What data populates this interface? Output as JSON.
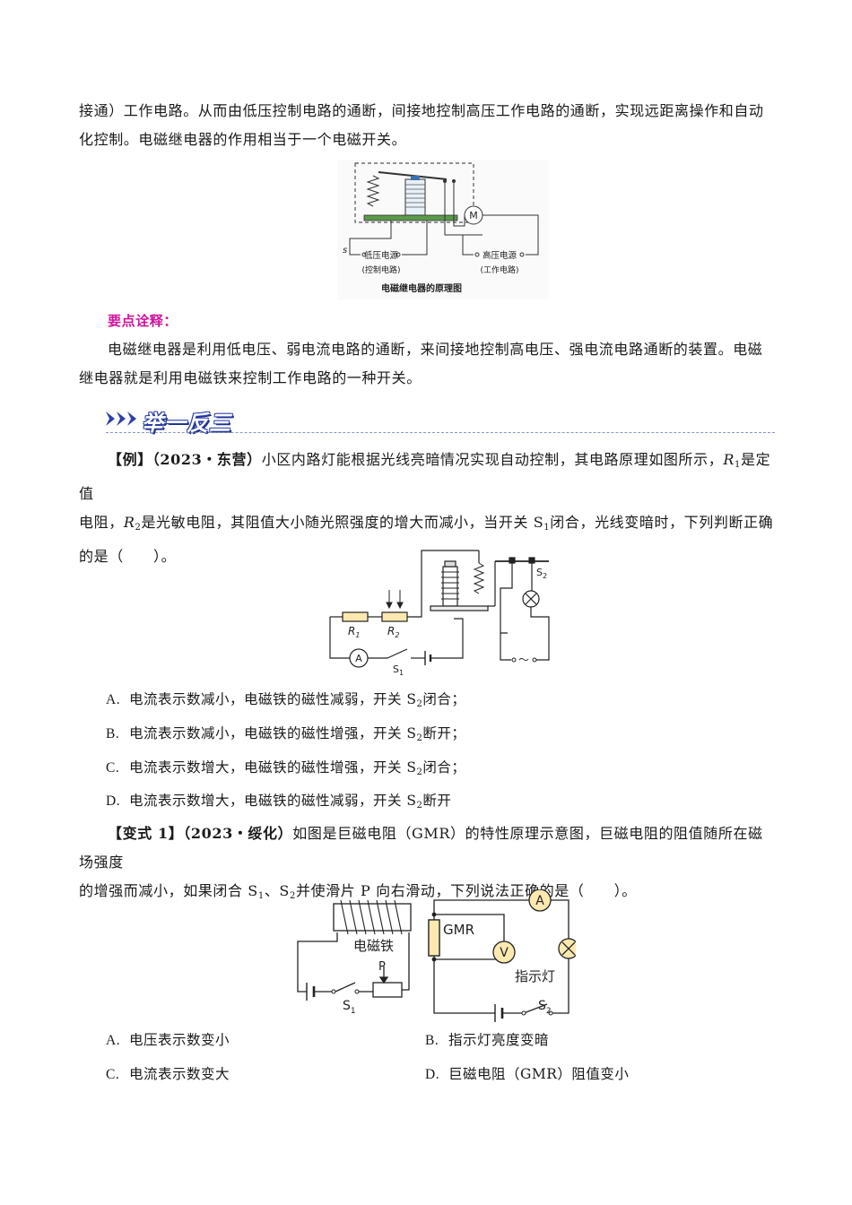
{
  "intro": {
    "line1": "接通）工作电路。从而由低压控制电路的通断，间接地控制高压工作电路的通断，实现远距离操作和自动",
    "line2": "化控制。电磁继电器的作用相当于一个电磁开关。"
  },
  "relay_figure": {
    "switch_label": "s",
    "low_source": "低压电源",
    "low_sub": "(控制电路)",
    "high_source": "高压电源",
    "high_sub": "(工作电路)",
    "motor": "M",
    "caption": "电磁继电器的原理图"
  },
  "key_points": {
    "label": "要点诠释：",
    "line1": "电磁继电器是利用低电压、弱电流电路的通断，来间接地控制高电压、强电流电路通断的装置。电磁",
    "line2": "继电器就是利用电磁铁来控制工作电路的一种开关。"
  },
  "banner": {
    "title": "举一反三"
  },
  "example": {
    "tag": "【例】（2023・东营）",
    "text1": "小区内路灯能根据光线亮暗情况实现自动控制，其电路原理如图所示，",
    "r1": "R",
    "r1_sub": "1",
    "text2": "是定值",
    "line2a": "电阻，",
    "r2": "R",
    "r2_sub": "2",
    "line2b": "是光敏电阻，其阻值大小随光照强度的增大而减小，当开关 S",
    "s1_sub": "1",
    "line2c": "闭合，光线变暗时，下列判断正确",
    "line3": "的是（　　）。",
    "figure": {
      "r1": "R",
      "r1_sub": "1",
      "r2": "R",
      "r2_sub": "2",
      "ammeter": "A",
      "s1": "S",
      "s1_sub": "1",
      "s2": "S",
      "s2_sub": "2",
      "ac": "～"
    },
    "options": [
      {
        "letter": "A.",
        "text": "电流表示数减小，电磁铁的磁性减弱，开关 S",
        "sub": "2",
        "tail": "闭合；"
      },
      {
        "letter": "B.",
        "text": "电流表示数减小，电磁铁的磁性增强，开关 S",
        "sub": "2",
        "tail": "断开；"
      },
      {
        "letter": "C.",
        "text": "电流表示数增大，电磁铁的磁性增强，开关 S",
        "sub": "2",
        "tail": "闭合；"
      },
      {
        "letter": "D.",
        "text": "电流表示数增大，电磁铁的磁性减弱，开关 S",
        "sub": "2",
        "tail": "断开"
      }
    ]
  },
  "variant1": {
    "tag": "【变式 1】（2023・绥化）",
    "text1": "如图是巨磁电阻（GMR）的特性原理示意图，巨磁电阻的阻值随所在磁场强度",
    "line2a": "的增强而减小，如果闭合 S",
    "s1_sub": "1",
    "line2b": "、S",
    "s2_sub": "2",
    "line2c": "并使滑片 P 向右滑动，下列说法正确的是（　　）。",
    "figure": {
      "gmr": "GMR",
      "electromagnet": "电磁铁",
      "indicator": "指示灯",
      "ammeter": "A",
      "voltmeter": "V",
      "p": "P",
      "s1": "S",
      "s1_sub": "1",
      "s2": "S",
      "s2_sub": "2"
    },
    "options": [
      {
        "letter": "A.",
        "text": "电压表示数变小"
      },
      {
        "letter": "B.",
        "text": "指示灯亮度变暗"
      },
      {
        "letter": "C.",
        "text": "电流表示数变大"
      },
      {
        "letter": "D.",
        "text": "巨磁电阻（GMR）阻值变小"
      }
    ]
  },
  "colors": {
    "accent_pink": "#d0139c",
    "banner_blue": "#2a3fa8"
  }
}
